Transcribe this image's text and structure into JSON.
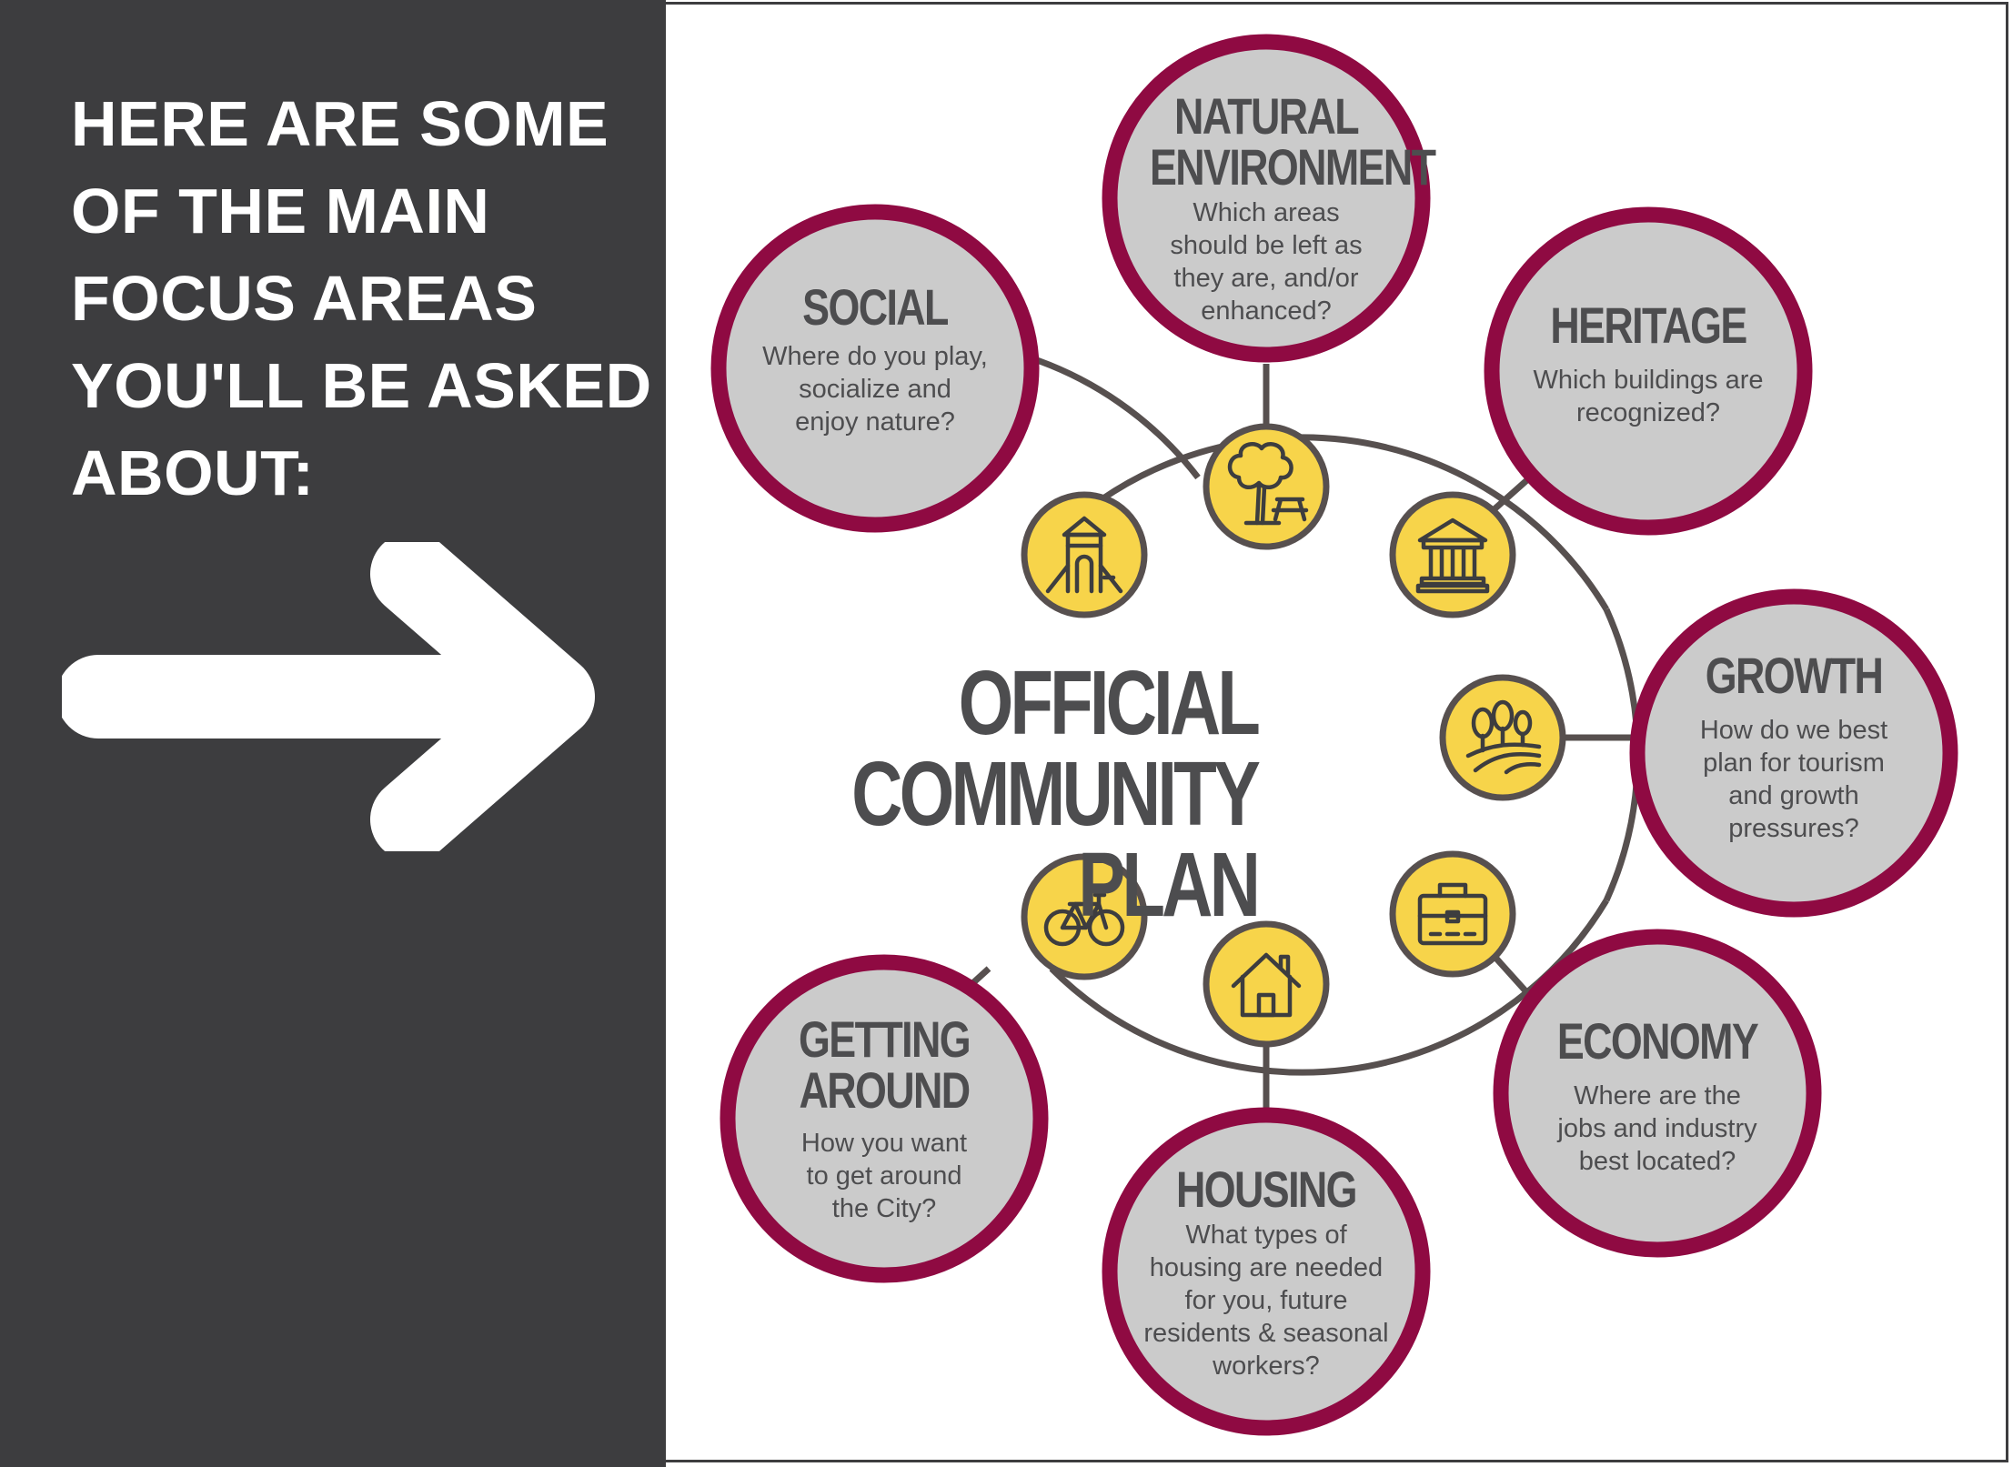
{
  "intro": {
    "lines": [
      "HERE ARE SOME",
      "OF THE MAIN",
      "FOCUS AREAS",
      "YOU'LL BE ASKED",
      "ABOUT:"
    ]
  },
  "hub": {
    "line1": "OFFICIAL",
    "line2": "COMMUNITY PLAN"
  },
  "colors": {
    "panel": "#3d3d3f",
    "ring": "#8f0a42",
    "bubble": "#cbcbcb",
    "icon_fill": "#f7d44a",
    "line": "#57504f",
    "text": "#4d4d4f"
  },
  "areas": [
    {
      "key": "social",
      "title": "SOCIAL",
      "desc": [
        "Where do you play,",
        "socialize and",
        "enjoy nature?"
      ],
      "icon": "playground-icon"
    },
    {
      "key": "natural",
      "title": "NATURAL ENVIRONMENT",
      "title_lines": [
        "NATURAL",
        "ENVIRONMENT"
      ],
      "desc": [
        "Which areas",
        "should be left as",
        "they are, and/or",
        "enhanced?"
      ],
      "icon": "tree-picnic-icon"
    },
    {
      "key": "heritage",
      "title": "HERITAGE",
      "desc": [
        "Which buildings are",
        "recognized?"
      ],
      "icon": "heritage-building-icon"
    },
    {
      "key": "growth",
      "title": "GROWTH",
      "desc": [
        "How do we best",
        "plan for tourism",
        "and growth",
        "pressures?"
      ],
      "icon": "trees-hills-icon"
    },
    {
      "key": "economy",
      "title": "ECONOMY",
      "desc": [
        "Where are the",
        "jobs and industry",
        "best located?"
      ],
      "icon": "briefcase-icon"
    },
    {
      "key": "housing",
      "title": "HOUSING",
      "desc": [
        "What types of",
        "housing are needed",
        "for you, future",
        "residents & seasonal",
        "workers?"
      ],
      "icon": "house-icon"
    },
    {
      "key": "getting",
      "title": "GETTING AROUND",
      "title_lines": [
        "GETTING",
        "AROUND"
      ],
      "desc": [
        "How you want",
        "to get around",
        "the City?"
      ],
      "icon": "bicycle-icon"
    }
  ]
}
